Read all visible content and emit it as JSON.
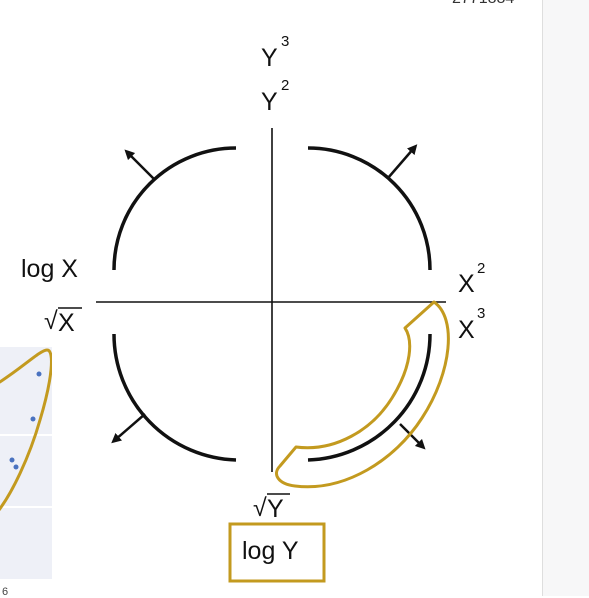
{
  "header": {
    "page_id": "2771884"
  },
  "diagram": {
    "top_labels": [
      "Y",
      "Y"
    ],
    "top_exponents": [
      "3",
      "2"
    ],
    "left_labels": [
      "log X",
      "X"
    ],
    "right_labels": [
      "X",
      "X"
    ],
    "right_exponents": [
      "2",
      "3"
    ],
    "bottom_label": "Y",
    "boxed_label": "log Y",
    "radical_symbol": "√"
  },
  "footer": {
    "fragment": "6"
  },
  "colors": {
    "highlight": "#c39a1f",
    "line": "#111111",
    "dot": "#4a72c0",
    "table_bg": "#eef0f7",
    "table_border": "#ffffff"
  }
}
